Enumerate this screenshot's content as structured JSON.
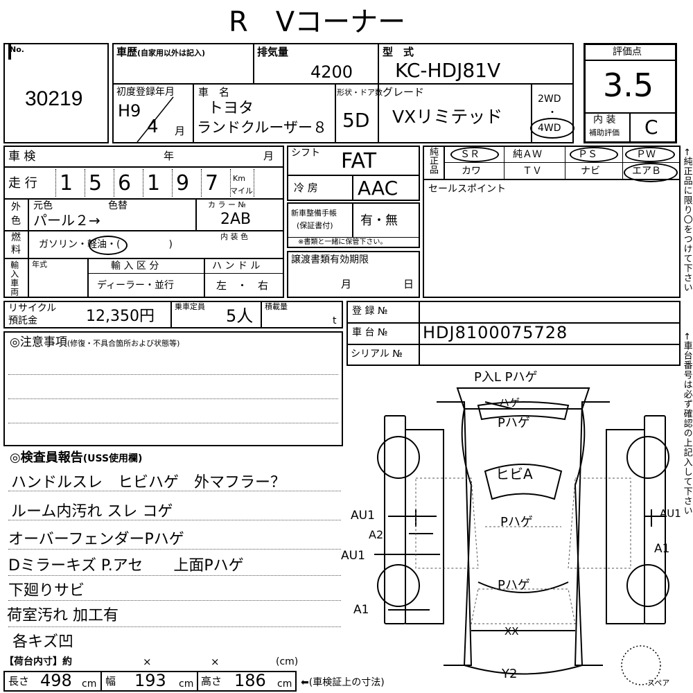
{
  "header": {
    "title": "R　Vコーナー"
  },
  "sheet": {
    "no_label": "No.",
    "stock_no": "30219",
    "history": {
      "label": "車歴",
      "note": "(自家用以外は記入)"
    },
    "displacement": {
      "label": "排気量",
      "value": "4200"
    },
    "model": {
      "label": "型　式",
      "value": "KC-HDJ81V"
    },
    "first_registration": {
      "label": "初度登録年月",
      "year": "H9",
      "month": "4",
      "month_unit": "月"
    },
    "car_name": {
      "label": "車　名",
      "maker": "トヨタ",
      "name": "ランドクルーザー８"
    },
    "doors": {
      "label": "形状・ドア数",
      "value": "5D"
    },
    "grade": {
      "label": "グレード",
      "value": "VXリミテッド"
    },
    "drive": {
      "two": "2WD",
      "dot": "・",
      "four": "4WD"
    },
    "evaluation": {
      "label": "評価点",
      "value": "3.5",
      "interior_label": "内 装",
      "interior_sub": "補助評価",
      "interior_value": "C"
    },
    "inspection": {
      "label": "車 検",
      "year": "年",
      "month": "月"
    },
    "mileage": {
      "label": "走 行",
      "digits": [
        "1",
        "5",
        "6",
        "1",
        "9",
        "7"
      ],
      "unit_km": "Km",
      "unit_mile": "マイル"
    },
    "exterior": {
      "label1": "外",
      "label2": "色",
      "original": "元色",
      "repaint": "色替",
      "value": "パール２→",
      "color_no_label": "カ ラ ー №",
      "color_no": "2AB"
    },
    "fuel": {
      "label1": "燃",
      "label2": "料",
      "options": "ガソリン・軽油・(　　　　　)",
      "interior_color_label": "内 装 色"
    },
    "import": {
      "label": "輸入車両",
      "year_label": "年式",
      "category_label": "輸 入 区 分",
      "category_values": "ディーラー・並行",
      "handle_label": "ハ ン ド ル",
      "handle_values": "左　・　右"
    },
    "recycle": {
      "label1": "リサイクル",
      "label2": "預託金",
      "value": "12,350円"
    },
    "capacity": {
      "label": "乗車定員",
      "value": "5人"
    },
    "load": {
      "label": "積載量",
      "unit": "t"
    },
    "shift": {
      "label": "シフト",
      "value": "FAT"
    },
    "ac": {
      "label": "冷 房",
      "value": "AAC"
    },
    "maintenance": {
      "label1": "新車整備手帳",
      "label2": "(保証書付)",
      "value": "有・無",
      "note": "※書類と一緒に保管下さい。"
    },
    "transfer_docs": {
      "label": "譲渡書類有効期限",
      "month": "月",
      "day": "日"
    },
    "equipment": {
      "label": "純正品",
      "row1": [
        "ＳＲ",
        "純ＡＷ",
        "ＰＳ",
        "ＰＷ"
      ],
      "row2": [
        "カワ",
        "ＴＶ",
        "ナビ",
        "エアＢ"
      ]
    },
    "sales_point": {
      "label": "セールスポイント"
    },
    "side_note_1": "←純正品に限り〇をつけて下さい",
    "side_note_2": "←車台番号は必ず確認の上記入して下さい",
    "registration": {
      "reg_label": "登 録 №",
      "chassis_label": "車 台 №",
      "chassis_value": "HDJ8100075728",
      "serial_label": "シリアル №"
    },
    "notes": {
      "label": "◎注意事項",
      "sub": "(修復・不具合箇所および状態等)"
    },
    "inspector": {
      "label": "◎検査員報告",
      "sub": "(USS使用欄)",
      "lines": [
        "ハンドルスレ　ヒビハゲ　外マフラー？",
        "ルーム内汚れ スレ コゲ",
        "オーバーフェンダーPハゲ",
        "Dミラーキズ P.アセ　　上面Pハゲ",
        "下廻りサビ",
        "荷室汚れ 加工有",
        "各キズ凹"
      ]
    },
    "cargo": {
      "label": "【荷台内寸】約",
      "x1": "×",
      "x2": "×",
      "unit": "(cm)"
    },
    "dimensions": {
      "length_label": "長さ",
      "length": "498",
      "width_label": "幅",
      "width": "193",
      "height_label": "高さ",
      "height": "186",
      "unit": "cm",
      "note": "⬅(車検証上の寸法)"
    },
    "diagram": {
      "rear_top": "P入L Pハゲ",
      "rear_bar": "ハゲ",
      "rear_panel": "Pハゲ",
      "window": "ヒビA",
      "roof": "Pハゲ",
      "hood": "Pハゲ",
      "front": "XX",
      "bottom": "Y2",
      "left_au1_top": "AU1",
      "left_a2": "A2",
      "left_au1_mid": "AU1",
      "left_a1": "A1",
      "right_au1": "AU1",
      "right_a1": "A1",
      "spare": "スペア"
    }
  }
}
